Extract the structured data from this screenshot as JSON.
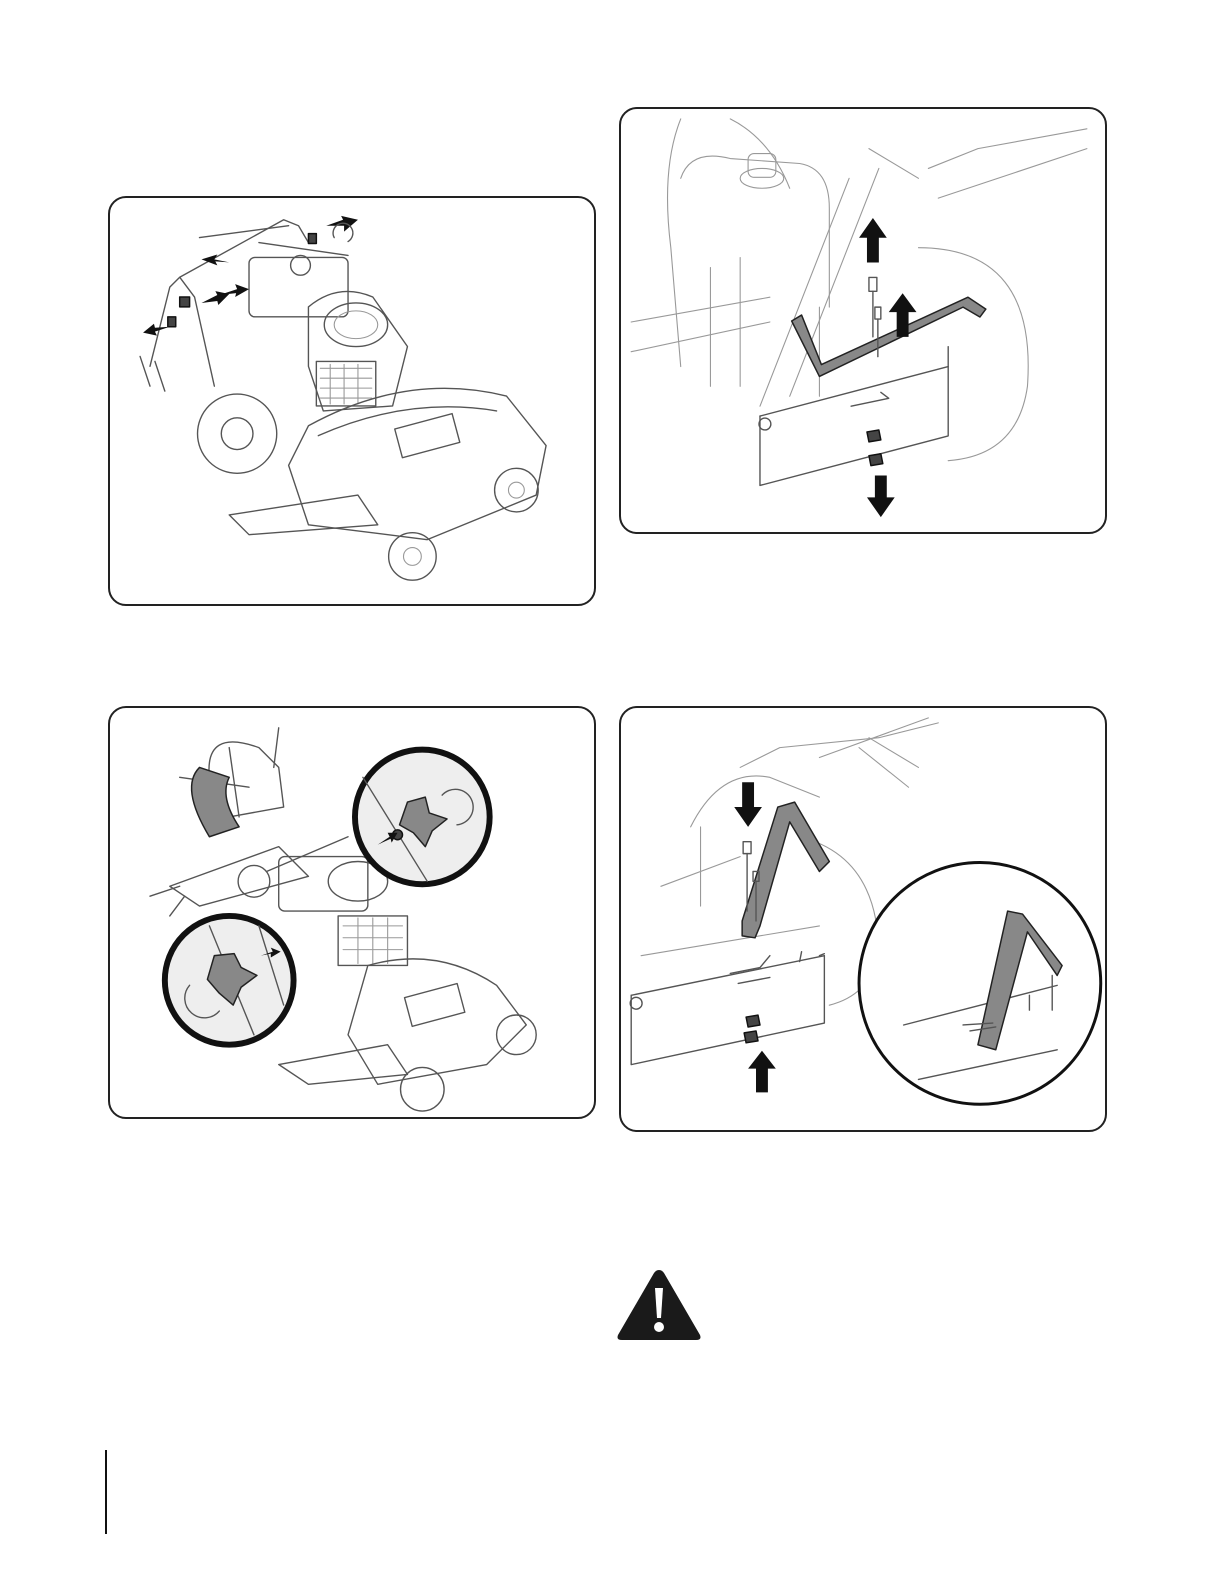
{
  "figures": [
    {
      "id": "handle-hardware-overview",
      "icon": "mower-handle-removal-illustration"
    },
    {
      "id": "bracket-removal",
      "icon": "bracket-removal-illustration"
    },
    {
      "id": "knob-loosen-detail",
      "icon": "knob-loosen-illustration"
    },
    {
      "id": "bracket-install",
      "icon": "bracket-install-illustration"
    }
  ],
  "warning": {
    "icon": "warning-triangle-icon",
    "color": "#1a1a1a"
  },
  "colors": {
    "outline": "#222222",
    "part_highlight": "#888888",
    "arrow": "#111111"
  }
}
